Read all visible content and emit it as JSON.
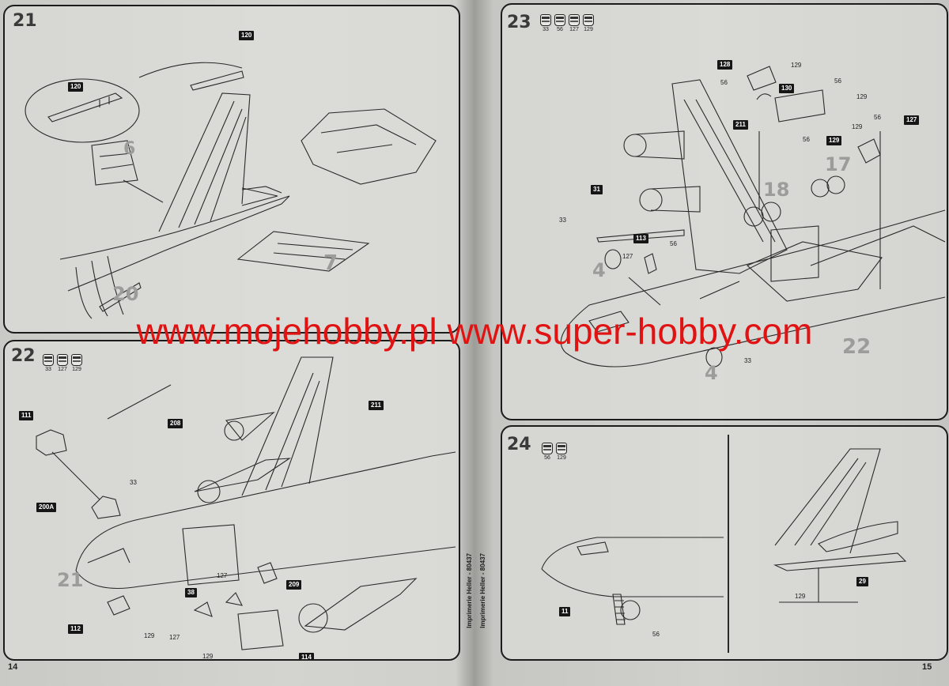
{
  "watermark": "www.mojehobby.pl www.super-hobby.com",
  "pages": {
    "left_number": "14",
    "right_number": "15"
  },
  "printer_credit": "Imprimerie Heller - 80437",
  "steps": [
    {
      "number": "21",
      "parts": [
        "120",
        "120",
        "6",
        "7",
        "20"
      ],
      "paints": []
    },
    {
      "number": "22",
      "paints": [
        "33",
        "127",
        "129"
      ],
      "parts": [
        "111",
        "208",
        "211",
        "200A",
        "33",
        "21",
        "112",
        "129",
        "38",
        "127",
        "209",
        "127",
        "129",
        "114"
      ]
    },
    {
      "number": "23",
      "paints": [
        "33",
        "56",
        "127",
        "129"
      ],
      "parts": [
        "128",
        "129",
        "56",
        "130",
        "56",
        "129",
        "211",
        "129",
        "56",
        "127",
        "56",
        "129",
        "17",
        "18",
        "31",
        "33",
        "113",
        "127",
        "56",
        "4",
        "4",
        "33",
        "22"
      ]
    },
    {
      "number": "24",
      "paints": [
        "56",
        "129"
      ],
      "parts": [
        "11",
        "56",
        "29",
        "129"
      ]
    }
  ]
}
